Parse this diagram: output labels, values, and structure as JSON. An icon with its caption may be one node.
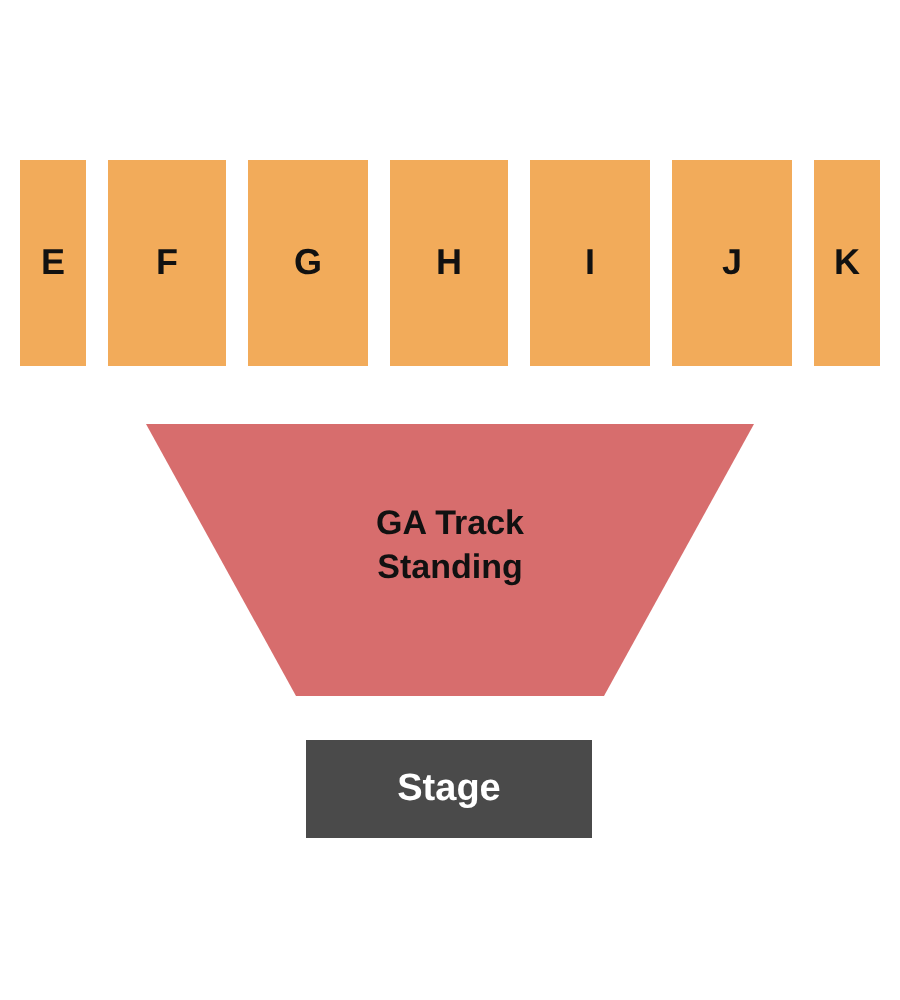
{
  "diagram": {
    "nodes": [
      {
        "text": [
          "E"
        ]
      },
      {
        "text": [
          "F"
        ]
      },
      {
        "text": [
          "G"
        ]
      },
      {
        "text": [
          "H"
        ]
      },
      {
        "text": [
          "I"
        ]
      },
      {
        "text": [
          "J"
        ]
      },
      {
        "text": [
          "K"
        ]
      },
      {
        "text": [
          "GA Track Standing"
        ]
      },
      {
        "text": [
          "Stage"
        ]
      }
    ]
  }
}
